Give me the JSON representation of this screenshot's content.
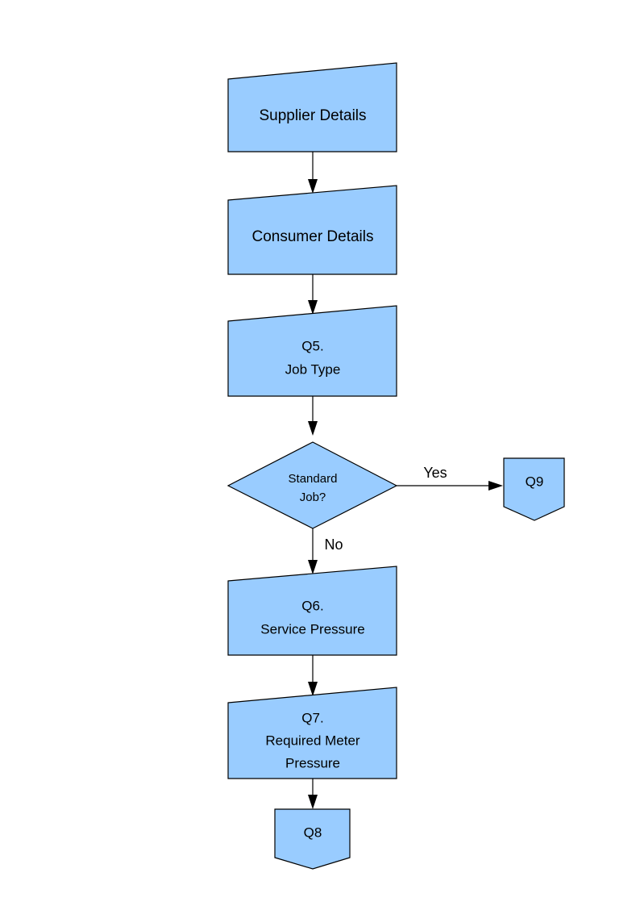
{
  "diagram": {
    "type": "flowchart",
    "orientation": "vertical",
    "background_color": "#FFFFFF",
    "node_fill_color": "#99CCFF",
    "node_stroke_color": "#000000",
    "nodes": [
      {
        "id": "supplier_details",
        "label": "Supplier Details",
        "lines": [
          "Supplier Details"
        ],
        "shape": "manual-input"
      },
      {
        "id": "consumer_details",
        "label": "Consumer Details",
        "lines": [
          "Consumer Details"
        ],
        "shape": "manual-input"
      },
      {
        "id": "q5_job_type",
        "label": "Q5. Job Type",
        "lines": [
          "Q5.",
          "Job Type"
        ],
        "shape": "manual-input"
      },
      {
        "id": "standard_job_decision",
        "label": "Standard Job?",
        "lines": [
          "Standard",
          "Job?"
        ],
        "shape": "decision-diamond"
      },
      {
        "id": "q9",
        "label": "Q9",
        "lines": [
          "Q9"
        ],
        "shape": "pentagon-notched"
      },
      {
        "id": "q6_service_pressure",
        "label": "Q6. Service Pressure",
        "lines": [
          "Q6.",
          "Service Pressure"
        ],
        "shape": "manual-input"
      },
      {
        "id": "q7_required_meter_pressure",
        "label": "Q7. Required Meter Pressure",
        "lines": [
          "Q7.",
          "Required Meter",
          "Pressure"
        ],
        "shape": "manual-input"
      },
      {
        "id": "q8",
        "label": "Q8",
        "lines": [
          "Q8"
        ],
        "shape": "pentagon-notched"
      }
    ],
    "edges": [
      {
        "id": "e1",
        "from": "supplier_details",
        "to": "consumer_details",
        "label": ""
      },
      {
        "id": "e2",
        "from": "consumer_details",
        "to": "q5_job_type",
        "label": ""
      },
      {
        "id": "e3",
        "from": "q5_job_type",
        "to": "standard_job_decision",
        "label": ""
      },
      {
        "id": "e4",
        "from": "standard_job_decision",
        "to": "q9",
        "label": "Yes"
      },
      {
        "id": "e5",
        "from": "standard_job_decision",
        "to": "q6_service_pressure",
        "label": "No"
      },
      {
        "id": "e6",
        "from": "q6_service_pressure",
        "to": "q7_required_meter_pressure",
        "label": ""
      },
      {
        "id": "e7",
        "from": "q7_required_meter_pressure",
        "to": "q8",
        "label": ""
      }
    ]
  },
  "text": {
    "supplier_details_l1": "Supplier Details",
    "consumer_details_l1": "Consumer Details",
    "q5_l1": "Q5.",
    "q5_l2": "Job Type",
    "decision_l1": "Standard",
    "decision_l2": "Job?",
    "q9_l1": "Q9",
    "q6_l1": "Q6.",
    "q6_l2": "Service Pressure",
    "q7_l1": "Q7.",
    "q7_l2": "Required Meter",
    "q7_l3": "Pressure",
    "q8_l1": "Q8",
    "edge_yes": "Yes",
    "edge_no": "No"
  }
}
